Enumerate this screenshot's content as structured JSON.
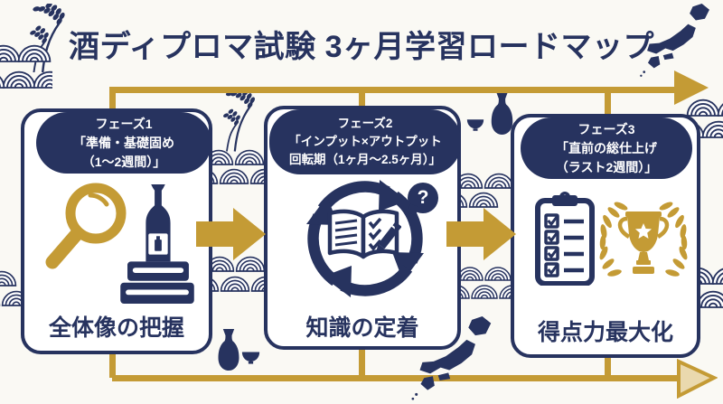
{
  "colors": {
    "navy": "#27335f",
    "gold": "#c49b35",
    "pale_gold_arrowhead": "#ead9ae",
    "background": "#faf9f4"
  },
  "title": "酒ディプロマ試験 3ヶ月学習ロードマップ",
  "timeline": {
    "direction": "left-to-right",
    "top_arrow": "gold-solid-arrow",
    "bottom_arrow": "gold-outline-arrow"
  },
  "phases": [
    {
      "id": "phase-1",
      "header_lines": [
        "フェーズ1",
        "「準備・基礎固め",
        "（1〜2週間）」"
      ],
      "label": "全体像の把握",
      "icons": [
        "magnifier-icon",
        "sake-bottle-on-books-icon"
      ]
    },
    {
      "id": "phase-2",
      "header_lines": [
        "フェーズ2",
        "「インプット×アウトプット",
        "回転期（1ヶ月〜2.5ヶ月）」"
      ],
      "label": "知識の定着",
      "bubble_glyph": "?",
      "icons": [
        "cycle-arrows-icon",
        "open-book-check-pencil-icon",
        "question-bubble-icon"
      ]
    },
    {
      "id": "phase-3",
      "header_lines": [
        "フェーズ3",
        "「直前の総仕上げ",
        "（ラスト2週間）」"
      ],
      "label": "得点力最大化",
      "icons": [
        "checklist-clipboard-icon",
        "trophy-laurel-icon"
      ]
    }
  ],
  "decorations": [
    "rice-plant-icon",
    "seigaiha-wave-icon",
    "japan-map-icon",
    "sake-bottle-icon",
    "sake-cup-icon"
  ]
}
